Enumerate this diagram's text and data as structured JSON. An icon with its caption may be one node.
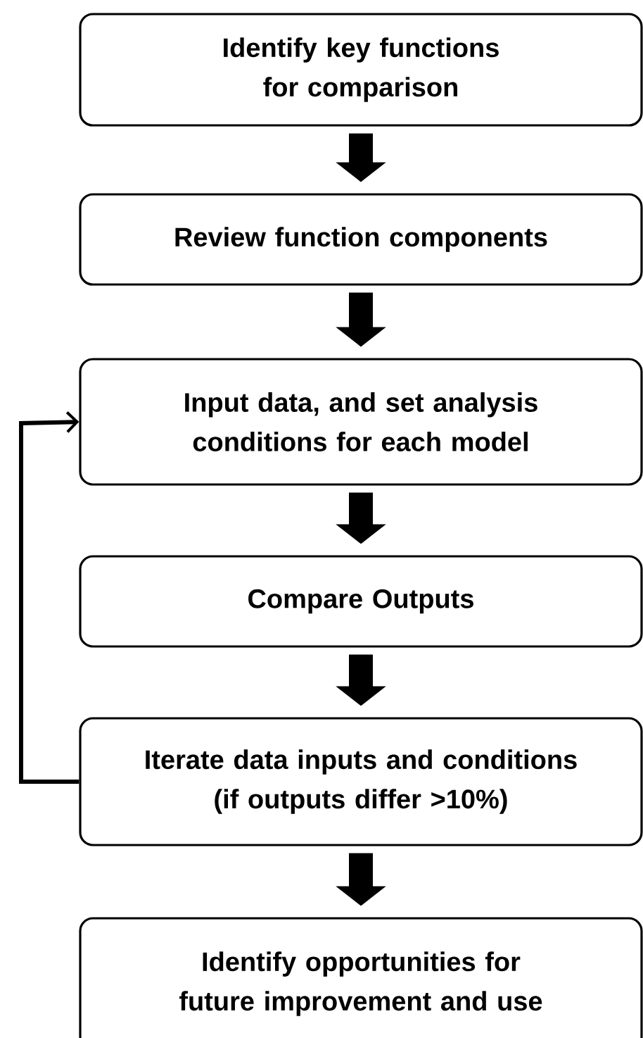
{
  "diagram": {
    "nodes": [
      {
        "text": [
          "Identify key functions for comparison"
        ]
      },
      {
        "text": [
          "Review function components"
        ]
      },
      {
        "text": [
          "Input data, and set analysis conditions for each model"
        ]
      },
      {
        "text": [
          "Compare Outputs"
        ]
      },
      {
        "text": [
          "Iterate data inputs and conditions (if outputs differ >10%)"
        ]
      },
      {
        "text": [
          "Identify opportunities for future improvement and use"
        ]
      }
    ],
    "edges": [
      {
        "from": 0,
        "to": 1,
        "arrow": "to"
      },
      {
        "from": 1,
        "to": 2,
        "arrow": "to"
      },
      {
        "from": 2,
        "to": 3,
        "arrow": "to"
      },
      {
        "from": 3,
        "to": 4,
        "arrow": "to"
      },
      {
        "from": 4,
        "to": 5,
        "arrow": "to"
      },
      {
        "from": 4,
        "to": 2,
        "arrow": "to"
      }
    ]
  }
}
